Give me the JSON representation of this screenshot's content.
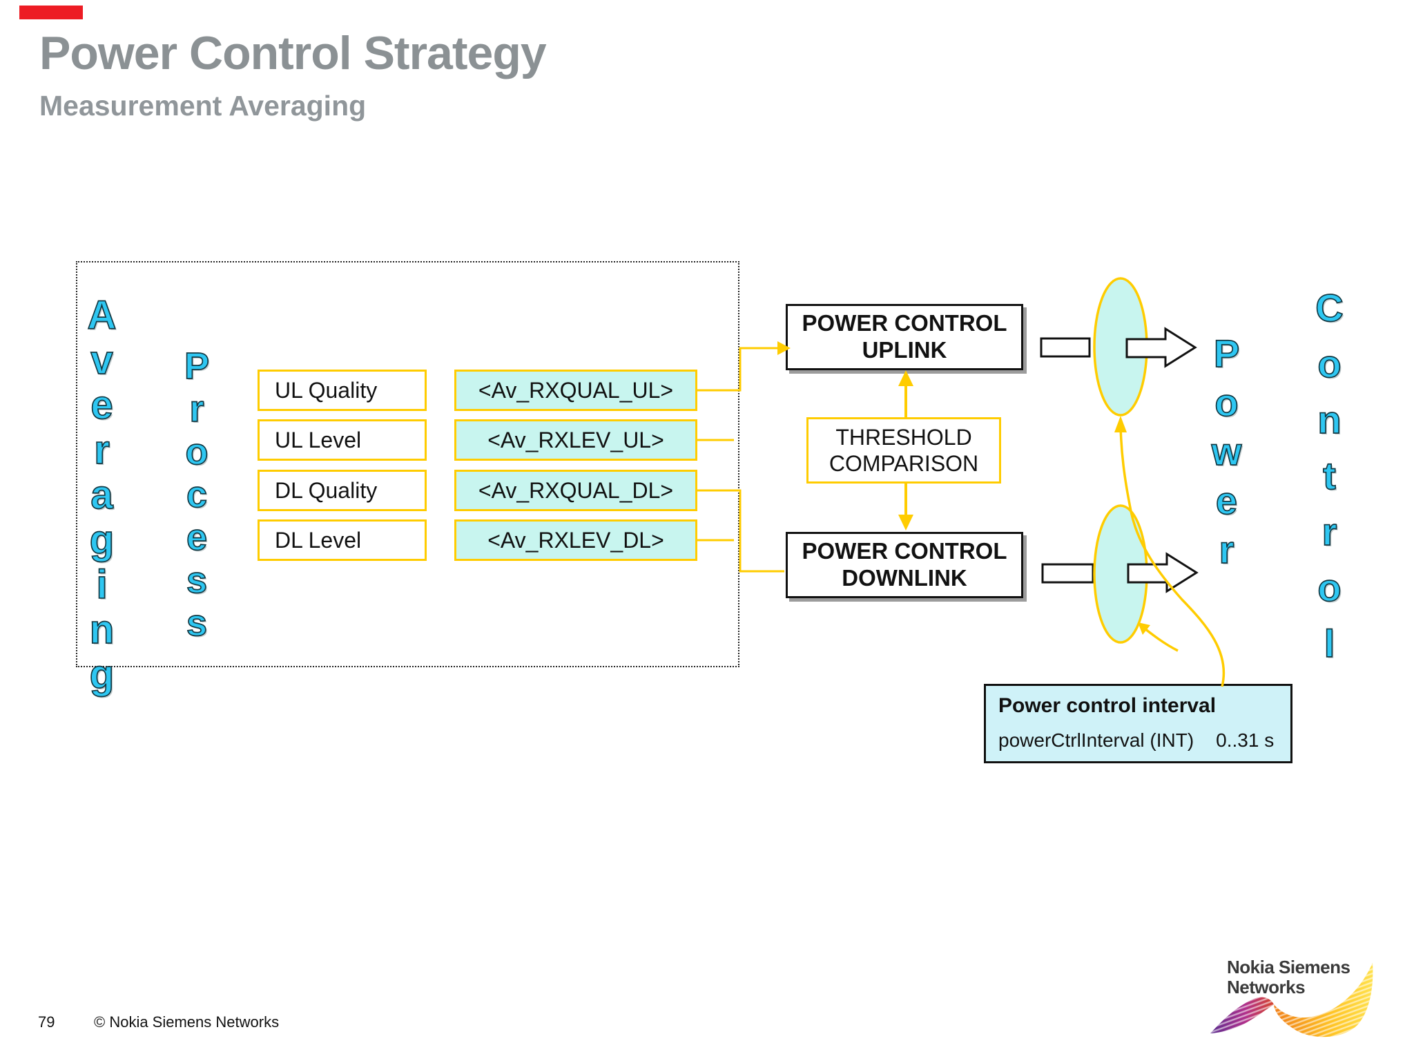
{
  "header": {
    "title": "Power Control Strategy",
    "subtitle": "Measurement Averaging"
  },
  "wordart": {
    "averaging": "Averaging",
    "process": "Process",
    "power": "Power",
    "control": "Control"
  },
  "rows": [
    {
      "label": "UL Quality",
      "value": "<Av_RXQUAL_UL>"
    },
    {
      "label": "UL Level",
      "value": "<Av_RXLEV_UL>"
    },
    {
      "label": "DL Quality",
      "value": "<Av_RXQUAL_DL>"
    },
    {
      "label": "DL Level",
      "value": "<Av_RXLEV_DL>"
    }
  ],
  "process_boxes": {
    "uplink": "POWER CONTROL UPLINK",
    "threshold": "THRESHOLD COMPARISON",
    "downlink": "POWER CONTROL DOWNLINK"
  },
  "interval": {
    "title": "Power control interval",
    "param": "powerCtrlInterval (INT)",
    "range": "0..31 s"
  },
  "footer": {
    "page": "79",
    "copyright": "© Nokia Siemens Networks"
  },
  "logo": {
    "line1": "Nokia Siemens",
    "line2": "Networks"
  },
  "colors": {
    "accent_red": "#ED1C24",
    "gold": "#FFCC00",
    "pale_cyan_fill": "#C8F5EF",
    "interval_bg": "#CFF2F8",
    "wordart_cyan": "#2EC7F2",
    "title_gray": "#8B9194",
    "box_shadow_gray": "#9C9C9C"
  }
}
